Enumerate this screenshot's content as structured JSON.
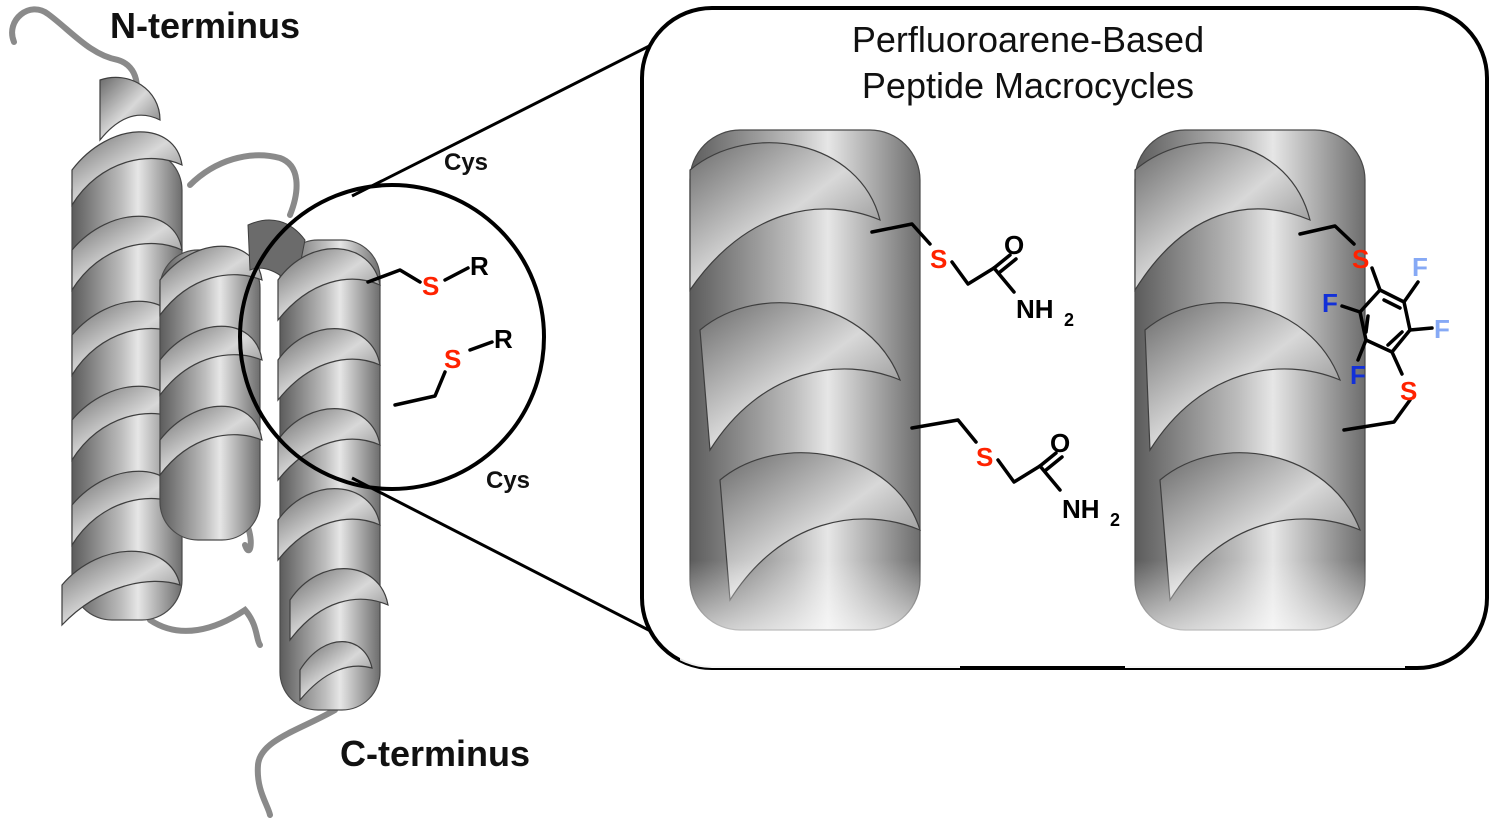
{
  "labels": {
    "n_terminus": "N-terminus",
    "c_terminus": "C-terminus",
    "cys_top": "Cys",
    "cys_bottom": "Cys",
    "panel_title_line1": "Perfluoroarene-Based",
    "panel_title_line2": "Peptide Macrocycles"
  },
  "zoom_circle": {
    "sulfur_top": "S",
    "r_top": "R",
    "sulfur_bottom": "S",
    "r_bottom": "R"
  },
  "left_structure": {
    "sulfur_top": "S",
    "oxygen_top": "O",
    "amine_top": "NH",
    "amine_top_sub": "2",
    "sulfur_bottom": "S",
    "oxygen_bottom": "O",
    "amine_bottom": "NH",
    "amine_bottom_sub": "2"
  },
  "right_structure": {
    "sulfur_top": "S",
    "sulfur_bottom": "S",
    "fluorines": [
      "F",
      "F",
      "F",
      "F"
    ]
  },
  "colors": {
    "sulfur": "#ff2200",
    "fluorine_dark": "#1230d8",
    "fluorine_light": "#86a9f5",
    "helix_gray": "#8c8c8c"
  }
}
